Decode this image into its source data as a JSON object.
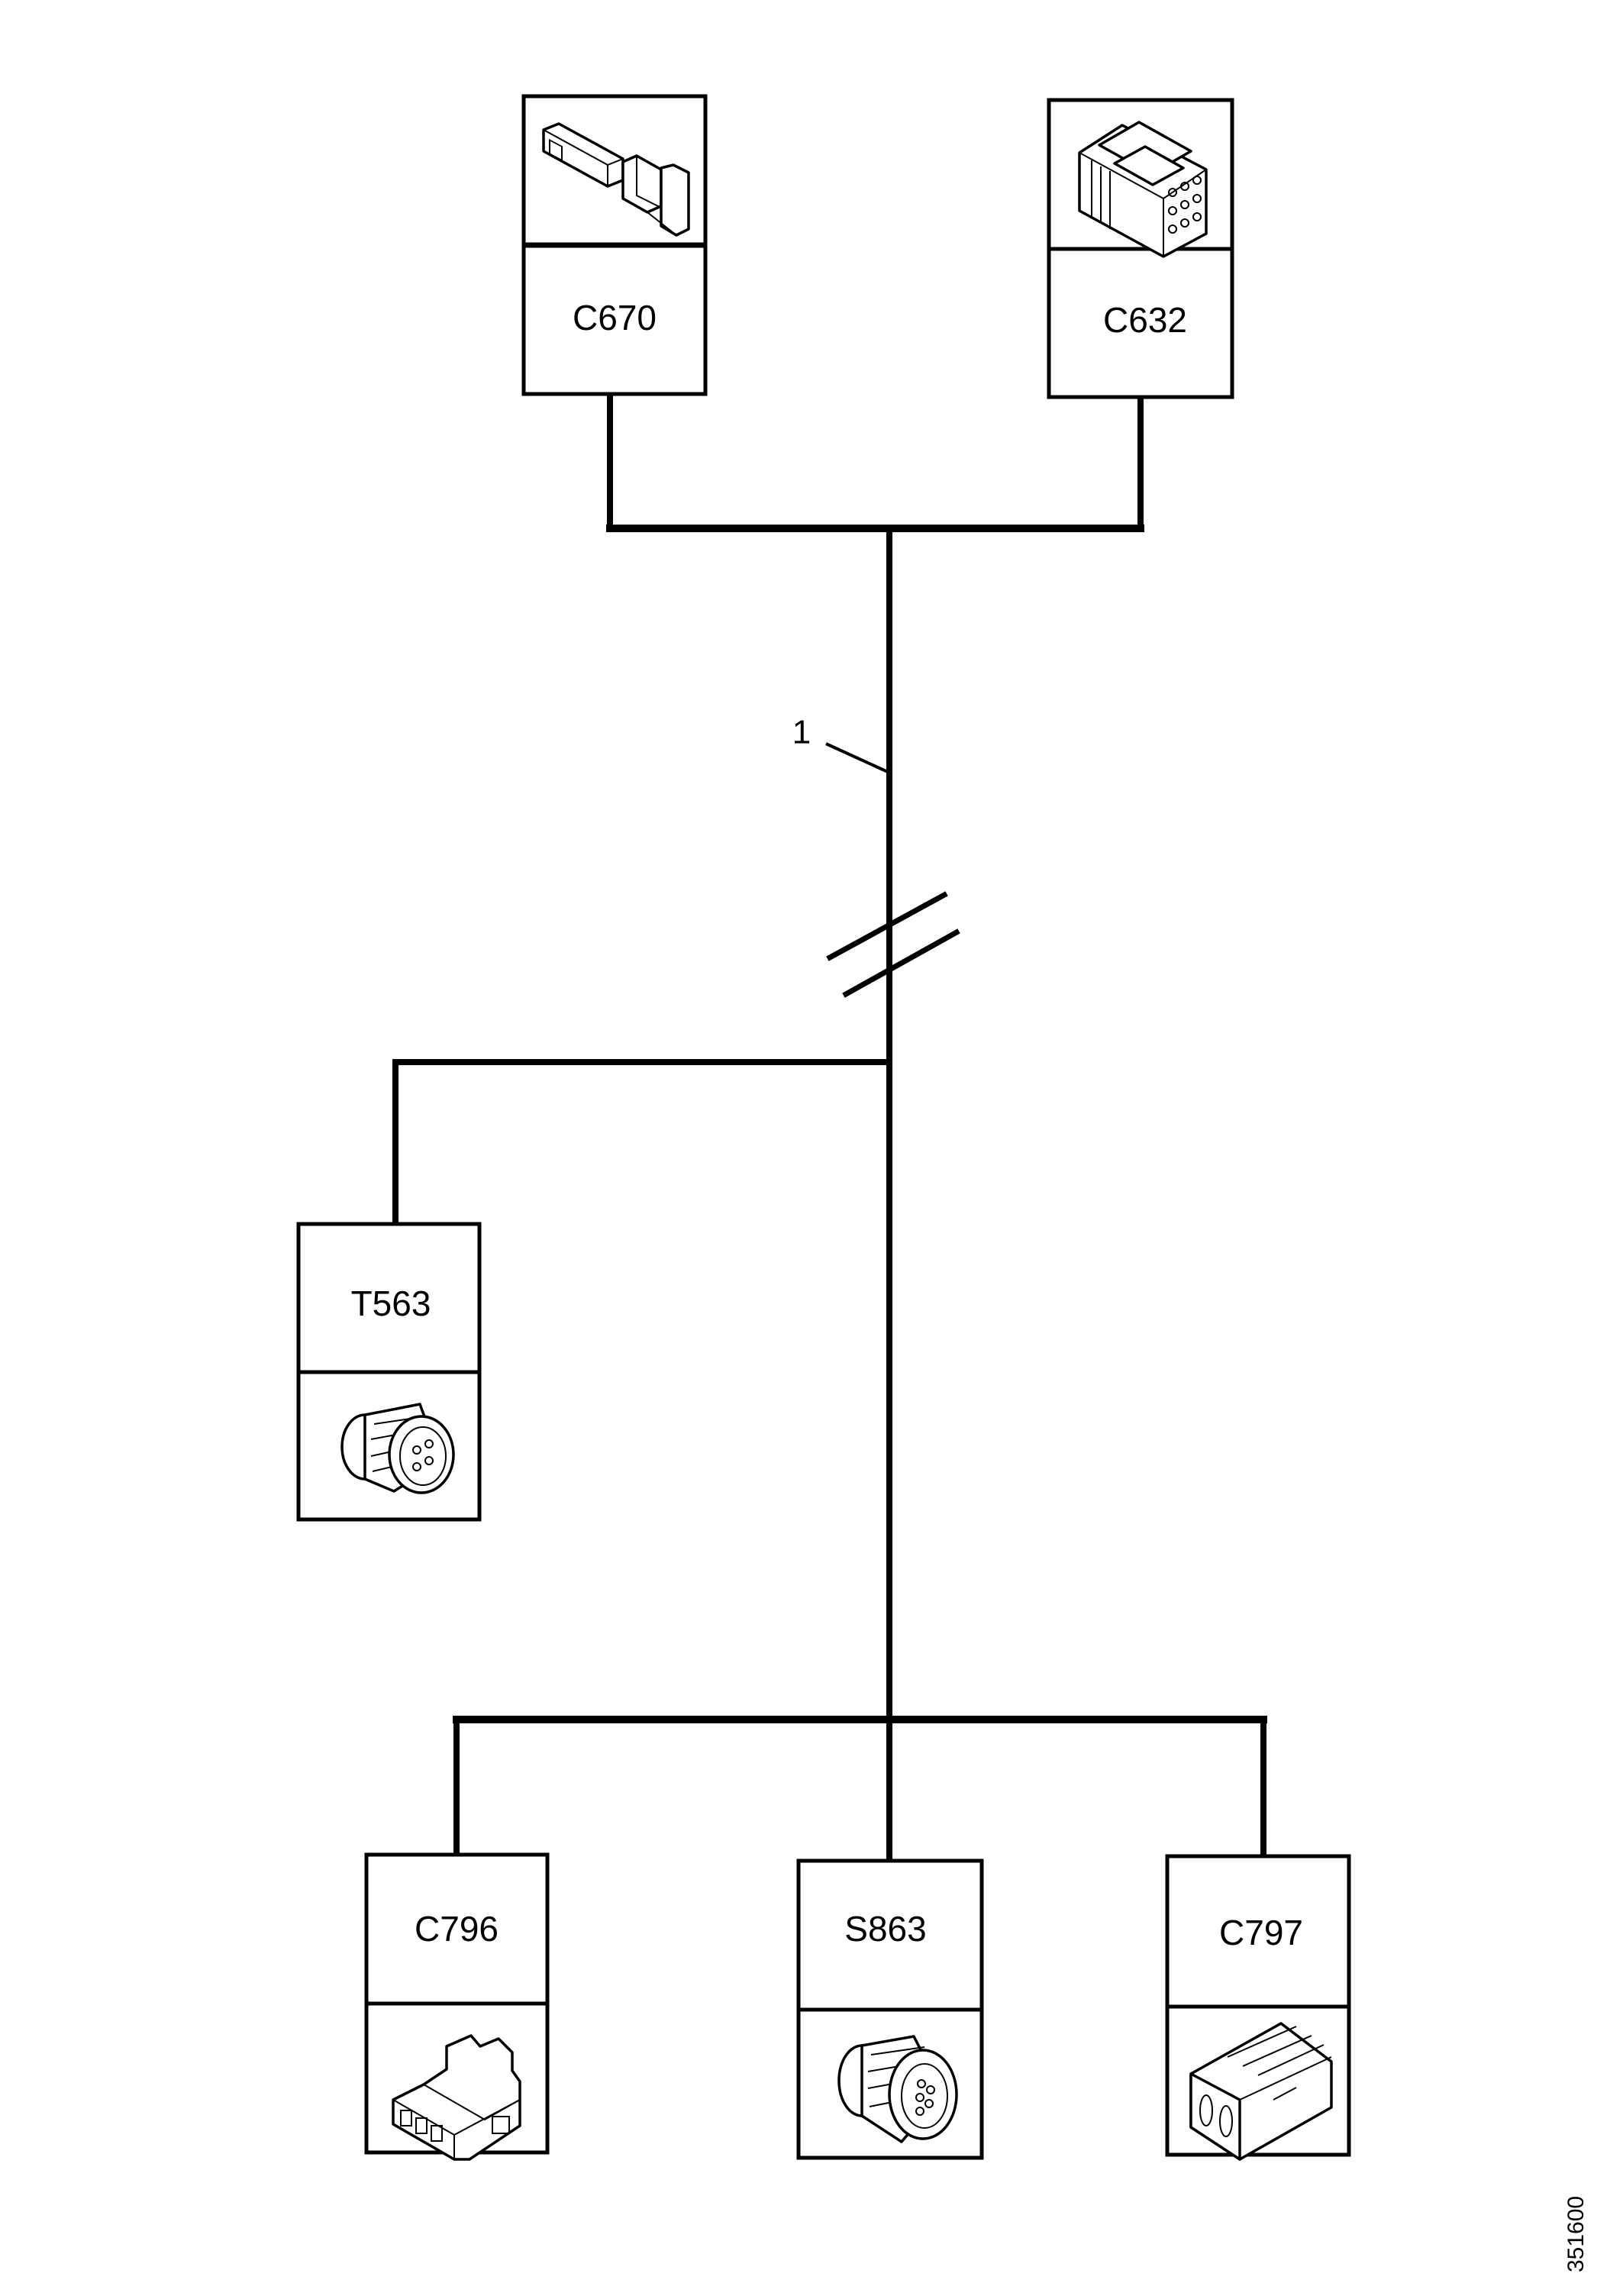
{
  "diagram": {
    "title": "Harness connector overview",
    "harness_callout": "1",
    "image_id": "351600",
    "top_connectors": [
      {
        "id": "C670",
        "icon": "terminal-pin-icon"
      },
      {
        "id": "C632",
        "icon": "multi-pin-connector-icon"
      }
    ],
    "branch_connectors": [
      {
        "id": "T563",
        "icon": "round-connector-icon"
      }
    ],
    "bottom_connectors": [
      {
        "id": "C796",
        "icon": "flat-connector-icon"
      },
      {
        "id": "S863",
        "icon": "round-connector-icon"
      },
      {
        "id": "C797",
        "icon": "rectangular-connector-icon"
      }
    ]
  }
}
